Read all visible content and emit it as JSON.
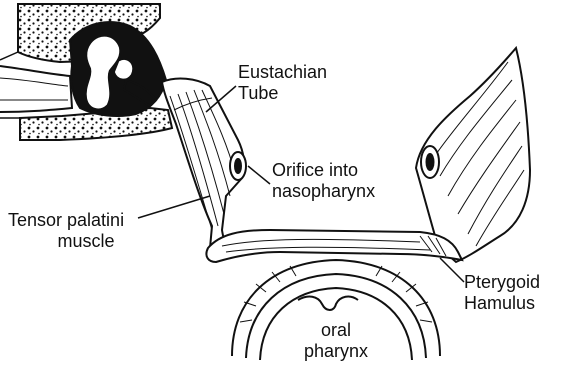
{
  "diagram": {
    "labels": {
      "eustachian_tube": [
        "Eustachian",
        "Tube"
      ],
      "orifice": [
        "Orifice into",
        "nasopharynx"
      ],
      "tensor_palatini": [
        "Tensor palatini",
        "muscle"
      ],
      "pterygoid_hamulus": [
        "Pterygoid",
        "Hamulus"
      ],
      "oral_pharynx": [
        "oral",
        "pharynx"
      ]
    },
    "colors": {
      "line": "#111111",
      "fill": "#ffffff",
      "bone_dark": "#111111"
    }
  }
}
